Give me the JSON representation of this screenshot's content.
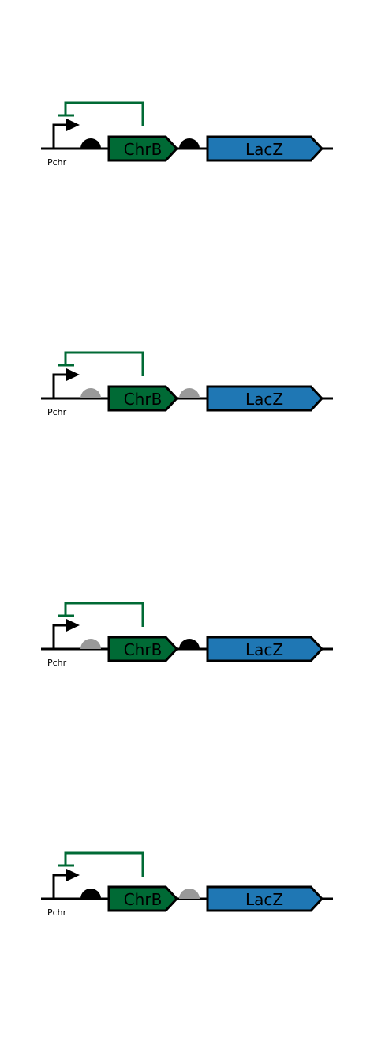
{
  "circuits": [
    {
      "promoter": "Pchr",
      "rbs1_state": "active",
      "gene1": "ChrB",
      "rbs2_state": "active",
      "gene2": "LacZ"
    },
    {
      "promoter": "Pchr",
      "rbs1_state": "inactive",
      "gene1": "ChrB",
      "rbs2_state": "inactive",
      "gene2": "LacZ"
    },
    {
      "promoter": "Pchr",
      "rbs1_state": "inactive",
      "gene1": "ChrB",
      "rbs2_state": "active",
      "gene2": "LacZ"
    },
    {
      "promoter": "Pchr",
      "rbs1_state": "active",
      "gene1": "ChrB",
      "rbs2_state": "inactive",
      "gene2": "LacZ"
    }
  ],
  "colors": {
    "backbone": "#000000",
    "chrb_fill": "#006a35",
    "repression_line": "#006a35",
    "lacz_fill": "#1f77b4",
    "rbs_active": "#000000",
    "rbs_inactive": "#999999"
  }
}
